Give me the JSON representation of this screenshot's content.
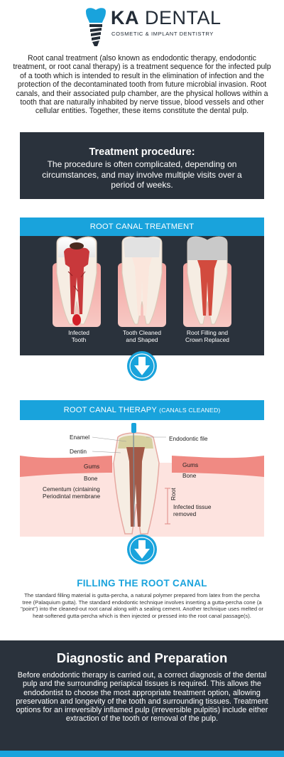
{
  "header": {
    "brand_bold": "KA",
    "brand_rest": " DENTAL",
    "tagline": "COSMETIC & IMPLANT DENTISTRY",
    "logo": "tooth-implant-icon"
  },
  "intro": "Root canal treatment (also known as endodontic therapy, endodontic treatment, or root canal therapy) is a treatment sequence for the infected pulp of a tooth which is intended to result in the elimination of infection and the protection of the decontaminated tooth from future microbial invasion. Root canals, and their associated pulp chamber, are the physical hollows within a tooth that are naturally inhabited by nerve tissue, blood vessels and other cellular entities. Together, these items constitute the dental pulp.",
  "procedure": {
    "title": "Treatment procedure:",
    "text": "The procedure is often complicated, depending on circumstances, and may involve multiple visits over a period of weeks."
  },
  "rct": {
    "title": "ROOT CANAL TREATMENT",
    "teeth": [
      {
        "l1": "Infected",
        "l2": "Tooth"
      },
      {
        "l1": "Tooth Cleaned",
        "l2": "and Shaped"
      },
      {
        "l1": "Root Filling and",
        "l2": "Crown Replaced"
      }
    ]
  },
  "therapy": {
    "title_main": "ROOT CANAL THERAPY ",
    "title_sub": "(CANALS CLEANED)",
    "labels": {
      "enamel": "Enamel",
      "dentin": "Dentin",
      "gums_left": "Gums",
      "bone_left": "Bone",
      "cementum_1": "Cementum (cintaining",
      "cementum_2": "Periodintal membrane",
      "file": "Endodontic file",
      "gums_right": "Gums",
      "bone_right": "Bone",
      "root": "Root",
      "infected_1": "Infected tissue",
      "infected_2": "removed"
    }
  },
  "filling": {
    "title": "FILLING THE ROOT CANAL",
    "text": "The standard filling material is gutta-percha, a natural polymer prepared from latex from the percha tree (Palaquium gutta). The standard endodontic technique involves inserting a gutta-percha cone (a \"point\") into the cleaned-out root canal along with a sealing cement. Another technique uses melted or heat-softened gutta-percha which is then injected or pressed into the root canal passage(s)."
  },
  "diagnostic": {
    "title": "Diagnostic and Preparation",
    "text": "Before endodontic therapy is carried out, a correct diagnosis of the dental pulp and the surrounding periapical tissues is required. This allows the endodontist to choose the most appropriate treatment option, allowing preservation and longevity of the tooth and surrounding tissues. Treatment options for an irreversibly inflamed pulp (irreversible pulpitis) include either extraction of the tooth or removal of the pulp."
  },
  "colors": {
    "accent": "#19a3dc",
    "dark": "#2a323c",
    "gum": "#f08a83",
    "pink_bg": "#fde3df"
  }
}
